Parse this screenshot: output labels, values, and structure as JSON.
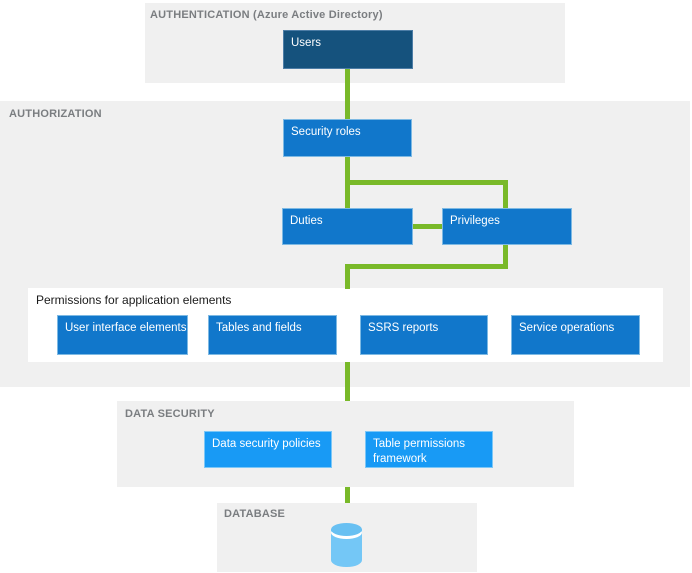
{
  "sections": {
    "authentication": {
      "label": "AUTHENTICATION (Azure Active Directory)"
    },
    "authorization": {
      "label": "AUTHORIZATION"
    },
    "data_security": {
      "label": "DATA SECURITY"
    },
    "database": {
      "label": "DATABASE"
    }
  },
  "nodes": {
    "users": "Users",
    "security_roles": "Security roles",
    "duties": "Duties",
    "privileges": "Privileges",
    "permissions_title": "Permissions for application elements",
    "user_interface_elements": "User interface elements",
    "tables_and_fields": "Tables and fields",
    "ssrs_reports": "SSRS reports",
    "service_operations": "Service operations",
    "data_security_policies": "Data security policies",
    "table_permissions_framework": "Table permissions framework"
  },
  "icons": {
    "database": "database-cylinder-icon"
  },
  "colors": {
    "dark_blue": "#15527d",
    "mid_blue": "#1177cb",
    "light_blue": "#189af5",
    "connector_green": "#79b929",
    "section_background": "#f0f0f0",
    "section_label_gray": "#7a7d80",
    "panel_white": "#ffffff",
    "cylinder_blue": "#74c7f6"
  }
}
